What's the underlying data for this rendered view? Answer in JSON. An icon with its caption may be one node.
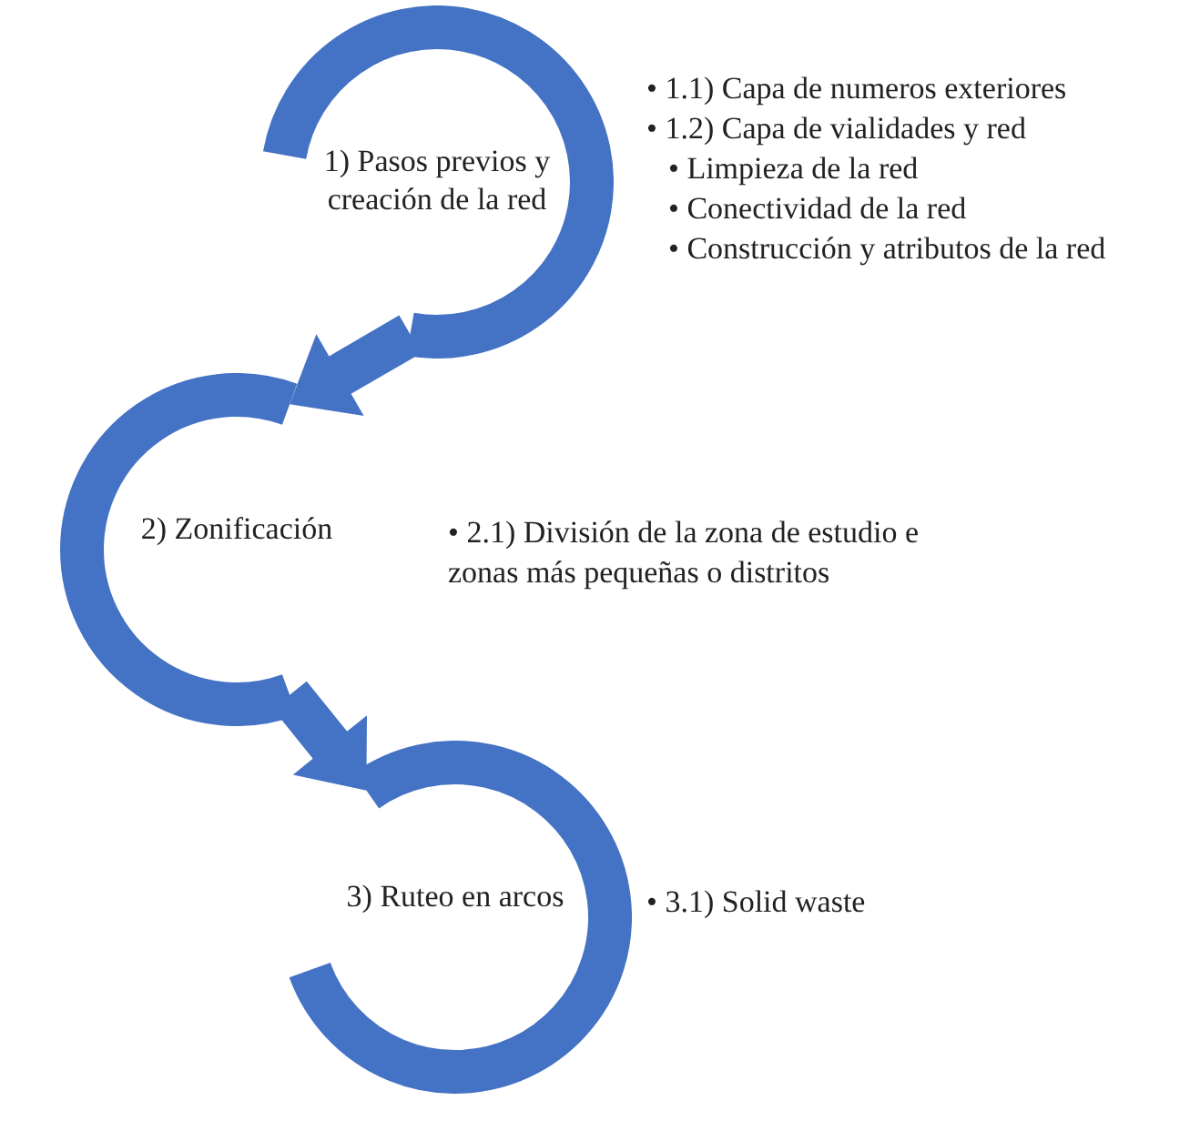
{
  "diagram": {
    "nodes": [
      {
        "text": [
          "1) Pasos previos y creación de la red"
        ],
        "beside": [
          "• 1.1) Capa de numeros exteriores",
          "• 1.2) Capa de vialidades y red",
          "• Limpieza de la red",
          "• Conectividad de la red",
          "• Construcción y atributos de la red"
        ]
      },
      {
        "text": [
          "2) Zonificación"
        ],
        "beside": [
          "• 2.1) División de la zona de estudio e zonas más pequeñas o distritos"
        ]
      },
      {
        "text": [
          "3) Ruteo en arcos"
        ],
        "beside": [
          "• 3.1) Solid waste"
        ]
      }
    ],
    "edges": [
      {
        "from": 0,
        "to": 1,
        "arrow": "to"
      },
      {
        "from": 1,
        "to": 2,
        "arrow": "to"
      }
    ]
  }
}
